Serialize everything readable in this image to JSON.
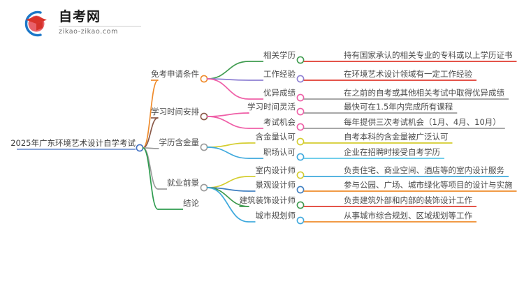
{
  "logo": {
    "title": "自考网",
    "domain": "zikao-zikao.com",
    "mark_icon": "graduation-cap-icon",
    "arc_color": "#1b77c8",
    "cap_color": "#d9342b",
    "cap_shadow_color": "#e8616a"
  },
  "mindmap": {
    "root": {
      "label": "2025年广东环境艺术设计自学考试",
      "color": "#4472c4"
    },
    "branches": [
      {
        "label": "免考申请条件",
        "color": "#ef8b2c",
        "children": [
          {
            "label": "相关学历",
            "color": "#3f9b4f",
            "detail": "持有国家承认的相关专业的专科或以上学历证书",
            "detail_color": "#e03c31"
          },
          {
            "label": "工作经验",
            "color": "#8d7fd3",
            "detail": "在环境艺术设计领域有一定工作经验",
            "detail_color": "#e03c31"
          },
          {
            "label": "优异成绩",
            "color": "#ef5fa7",
            "detail": "在之前的自考或其他相关考试中取得优异成绩",
            "detail_color": "#9b9b9b"
          }
        ]
      },
      {
        "label": "学习时间安排",
        "color": "#8a5a4a",
        "children": [
          {
            "label": "学习时间灵活",
            "color": "#ef5fa7",
            "detail": "最快可在1.5年内完成所有课程",
            "detail_color": "#9b9b9b"
          },
          {
            "label": "考试机会",
            "color": "#ef5fa7",
            "detail": "每年提供三次考试机会（1月、4月、10月）",
            "detail_color": "#9b9b9b"
          }
        ]
      },
      {
        "label": "学历含金量",
        "color": "#9b9b9b",
        "children": [
          {
            "label": "含金量认可",
            "color": "#d4cd2e",
            "detail": "自考本科的含金量被广泛认可",
            "detail_color": "#d4cd2e"
          },
          {
            "label": "职场认可",
            "color": "#3fa9dd",
            "detail": "企业在招聘时接受自考学历",
            "detail_color": "#5ec8e8"
          }
        ]
      },
      {
        "label": "就业前景",
        "color": "#9b9b9b",
        "children": [
          {
            "label": "室内设计师",
            "color": "#d4cd2e",
            "detail": "负责住宅、商业空间、酒店等的室内设计服务",
            "detail_color": "#3fa9dd"
          },
          {
            "label": "景观设计师",
            "color": "#3f7fc1",
            "detail": "参与公园、广场、城市绿化等项目的设计与实施",
            "detail_color": "#ef8b2c"
          },
          {
            "label": "建筑装饰设计师",
            "color": "#3f9b4f",
            "detail": "负责建筑外部和内部的装饰设计工作",
            "detail_color": "#e03c31"
          },
          {
            "label": "城市规划师",
            "color": "#3fa9dd",
            "detail": "从事城市综合规划、区域规划等工作",
            "detail_color": "#ef8b2c"
          }
        ]
      },
      {
        "label": "结论",
        "color": "#2e9b4f",
        "children": []
      }
    ]
  }
}
